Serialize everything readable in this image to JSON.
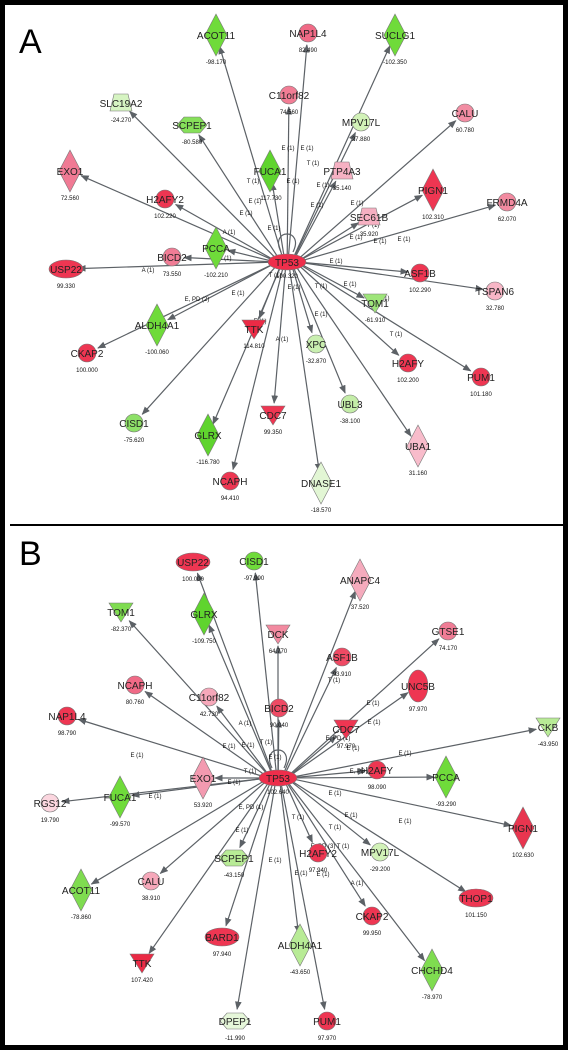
{
  "figure": {
    "colors": {
      "frame": "#000000",
      "edge": "#5c6166"
    },
    "panels": [
      {
        "id": "A",
        "label": "A",
        "hub": {
          "name": "TP53",
          "value": "100.320"
        },
        "nodes": [
          {
            "name": "ACOT11",
            "value": "-98.170",
            "shape": "diamond",
            "color": "#6fdb3a"
          },
          {
            "name": "NAP1L4",
            "value": "82.490",
            "shape": "circle",
            "color": "#f06a86"
          },
          {
            "name": "SUCLG1",
            "value": "-102.350",
            "shape": "diamond",
            "color": "#6fdb3a"
          },
          {
            "name": "C11orf82",
            "value": "74.560",
            "shape": "circle",
            "color": "#f27d95"
          },
          {
            "name": "MPV17L",
            "value": "27.880",
            "shape": "circle",
            "color": "#d2f2b8"
          },
          {
            "name": "SLC19A2",
            "value": "-24.270",
            "shape": "trapezoid",
            "color": "#d6f4c2"
          },
          {
            "name": "SCPEP1",
            "value": "-80.580",
            "shape": "hexagon",
            "color": "#86e05a"
          },
          {
            "name": "CALU",
            "value": "60.780",
            "shape": "circle",
            "color": "#f28da3"
          },
          {
            "name": "FUCA1",
            "value": "-117.730",
            "shape": "diamond",
            "color": "#5fd42e"
          },
          {
            "name": "PTP4A3",
            "value": "35.140",
            "shape": "trapezoid",
            "color": "#f6b1c3"
          },
          {
            "name": "EXO1",
            "value": "72.560",
            "shape": "diamond",
            "color": "#f07a94"
          },
          {
            "name": "H2AFY2",
            "value": "102.220",
            "shape": "circle",
            "color": "#ee3652"
          },
          {
            "name": "PIGN1",
            "value": "102.310",
            "shape": "diamond",
            "color": "#ee3652"
          },
          {
            "name": "FRMD4A",
            "value": "62.070",
            "shape": "circle",
            "color": "#f28aa0"
          },
          {
            "name": "BICD2",
            "value": "73.550",
            "shape": "circle",
            "color": "#f07c95"
          },
          {
            "name": "PCCA",
            "value": "-102.210",
            "shape": "diamond",
            "color": "#6fdb3a"
          },
          {
            "name": "SEC61B",
            "value": "35.920",
            "shape": "trapezoid",
            "color": "#f6b0c2"
          },
          {
            "name": "USP22",
            "value": "99.330",
            "shape": "ellipse-wide",
            "color": "#ee3652"
          },
          {
            "name": "ASF1B",
            "value": "102.290",
            "shape": "circle",
            "color": "#ee3652"
          },
          {
            "name": "TSPAN6",
            "value": "32.780",
            "shape": "circle",
            "color": "#f7b6c6"
          },
          {
            "name": "ALDH4A1",
            "value": "-100.060",
            "shape": "diamond",
            "color": "#6fdb3a"
          },
          {
            "name": "TOM1",
            "value": "-61.910",
            "shape": "triangle-down",
            "color": "#9ee57a"
          },
          {
            "name": "TTK",
            "value": "114.810",
            "shape": "triangle-down",
            "color": "#ea2a45"
          },
          {
            "name": "CKAP2",
            "value": "100.000",
            "shape": "circle",
            "color": "#ee3652"
          },
          {
            "name": "XPC",
            "value": "-32.870",
            "shape": "circle",
            "color": "#c9efb0"
          },
          {
            "name": "H2AFY",
            "value": "102.200",
            "shape": "circle",
            "color": "#ee3652"
          },
          {
            "name": "PUM1",
            "value": "101.180",
            "shape": "circle",
            "color": "#ee3652"
          },
          {
            "name": "CISD1",
            "value": "-75.620",
            "shape": "circle",
            "color": "#8ee068"
          },
          {
            "name": "GLRX",
            "value": "-116.780",
            "shape": "diamond",
            "color": "#5fd42e"
          },
          {
            "name": "CDC7",
            "value": "99.350",
            "shape": "triangle-down",
            "color": "#ee3652"
          },
          {
            "name": "UBL3",
            "value": "-38.100",
            "shape": "circle",
            "color": "#c4eda8"
          },
          {
            "name": "UBA1",
            "value": "31.160",
            "shape": "diamond",
            "color": "#f8bccb"
          },
          {
            "name": "NCAPH",
            "value": "94.410",
            "shape": "circle",
            "color": "#ee3652"
          },
          {
            "name": "DNASE1",
            "value": "-18.570",
            "shape": "diamond",
            "color": "#e2f6d4"
          }
        ],
        "edge_labels": [
          "A (1)",
          "E (1)",
          "T (1)",
          "E (1)",
          "E (1)",
          "E (1)",
          "T (1)",
          "E (1)",
          "E (1)",
          "T (1)",
          "E (1)",
          "E (1)",
          "E (1)",
          "E (1)",
          "T (1)",
          "E (1)",
          "E (1)",
          "A (1)",
          "E, PD (2)",
          "E (1)",
          "E (1)",
          "A (1)",
          "T (1)",
          "E (1)",
          "E (1)",
          "T (1)",
          "E (1)",
          "E (1)",
          "E (1)",
          "E (1)"
        ]
      },
      {
        "id": "B",
        "label": "B",
        "hub": {
          "name": "TP53",
          "value": "102.640"
        },
        "nodes": [
          {
            "name": "USP22",
            "value": "100.000",
            "shape": "ellipse-wide",
            "color": "#ee3652"
          },
          {
            "name": "CISD1",
            "value": "-97.990",
            "shape": "circle",
            "color": "#6fdb3a"
          },
          {
            "name": "ANAPC4",
            "value": "37.520",
            "shape": "diamond",
            "color": "#f5abbd"
          },
          {
            "name": "TOM1",
            "value": "-82.370",
            "shape": "triangle-down",
            "color": "#7fdc50"
          },
          {
            "name": "GLRX",
            "value": "-109.750",
            "shape": "diamond",
            "color": "#5fd42e"
          },
          {
            "name": "DCK",
            "value": "64.770",
            "shape": "triangle-down",
            "color": "#f28aa0"
          },
          {
            "name": "GTSE1",
            "value": "74.170",
            "shape": "circle",
            "color": "#f07c95"
          },
          {
            "name": "ASF1B",
            "value": "93.910",
            "shape": "circle",
            "color": "#ef4a64"
          },
          {
            "name": "NCAPH",
            "value": "80.760",
            "shape": "circle",
            "color": "#f06a86"
          },
          {
            "name": "C11orf82",
            "value": "42.730",
            "shape": "circle",
            "color": "#f6a8ba"
          },
          {
            "name": "UNC5B",
            "value": "97.970",
            "shape": "ellipse-tall",
            "color": "#ee3652"
          },
          {
            "name": "NAP1L4",
            "value": "98.790",
            "shape": "circle",
            "color": "#ee3652"
          },
          {
            "name": "BICD2",
            "value": "90.040",
            "shape": "circle",
            "color": "#ef4a64"
          },
          {
            "name": "CDC7",
            "value": "97.970",
            "shape": "triangle-down",
            "color": "#ee3652"
          },
          {
            "name": "CKB",
            "value": "-43.950",
            "shape": "triangle-down",
            "color": "#b8eb96"
          },
          {
            "name": "EXO1",
            "value": "53.920",
            "shape": "diamond",
            "color": "#f39ab0"
          },
          {
            "name": "H2AFY",
            "value": "98.090",
            "shape": "circle",
            "color": "#ee3652"
          },
          {
            "name": "PCCA",
            "value": "-93.290",
            "shape": "diamond",
            "color": "#6fdb3a"
          },
          {
            "name": "RGS12",
            "value": "19.790",
            "shape": "circle",
            "color": "#fbd6df"
          },
          {
            "name": "FUCA1",
            "value": "-99.570",
            "shape": "diamond",
            "color": "#6fdb3a"
          },
          {
            "name": "PIGN1",
            "value": "102.630",
            "shape": "diamond",
            "color": "#e8354f"
          },
          {
            "name": "MPV17L",
            "value": "-29.200",
            "shape": "circle",
            "color": "#d2f2b8"
          },
          {
            "name": "H2AFY2",
            "value": "97.940",
            "shape": "circle",
            "color": "#ee3652"
          },
          {
            "name": "SCPEP1",
            "value": "-43.150",
            "shape": "hexagon",
            "color": "#b8eb96"
          },
          {
            "name": "THOP1",
            "value": "101.150",
            "shape": "ellipse-wide",
            "color": "#ee3652"
          },
          {
            "name": "CALU",
            "value": "38.910",
            "shape": "circle",
            "color": "#f6a8ba"
          },
          {
            "name": "ACOT11",
            "value": "-78.860",
            "shape": "diamond",
            "color": "#7fdc50"
          },
          {
            "name": "CKAP2",
            "value": "99.950",
            "shape": "circle",
            "color": "#ee3652"
          },
          {
            "name": "BARD1",
            "value": "97.940",
            "shape": "ellipse-wide",
            "color": "#ee3652"
          },
          {
            "name": "ALDH4A1",
            "value": "-43.650",
            "shape": "diamond",
            "color": "#b8eb96"
          },
          {
            "name": "TTK",
            "value": "107.420",
            "shape": "triangle-down",
            "color": "#ea2a45"
          },
          {
            "name": "CHCHD4",
            "value": "-78.970",
            "shape": "diamond",
            "color": "#7fdc50"
          },
          {
            "name": "DPEP1",
            "value": "-11.990",
            "shape": "hexagon",
            "color": "#e6f7da"
          },
          {
            "name": "PUM1",
            "value": "97.970",
            "shape": "circle",
            "color": "#ee3652"
          }
        ],
        "edge_labels": [
          "A (1)",
          "E (1)",
          "T (1)",
          "E (1)",
          "E, PD (1)",
          "E (1)",
          "T (1)",
          "E (1)",
          "E (1)",
          "E, PD (1)",
          "E (1)",
          "E (1)",
          "T (1)",
          "E (1)",
          "E (1)",
          "E (1)",
          "T (1)",
          "E (1)",
          "E (1)",
          "E (1)",
          "E (1)",
          "E, PD (1)",
          "E, PD (3)",
          "T (1)",
          "E (1)",
          "A (1)",
          "E (1)",
          "T (1)",
          "E (1)"
        ]
      }
    ]
  }
}
